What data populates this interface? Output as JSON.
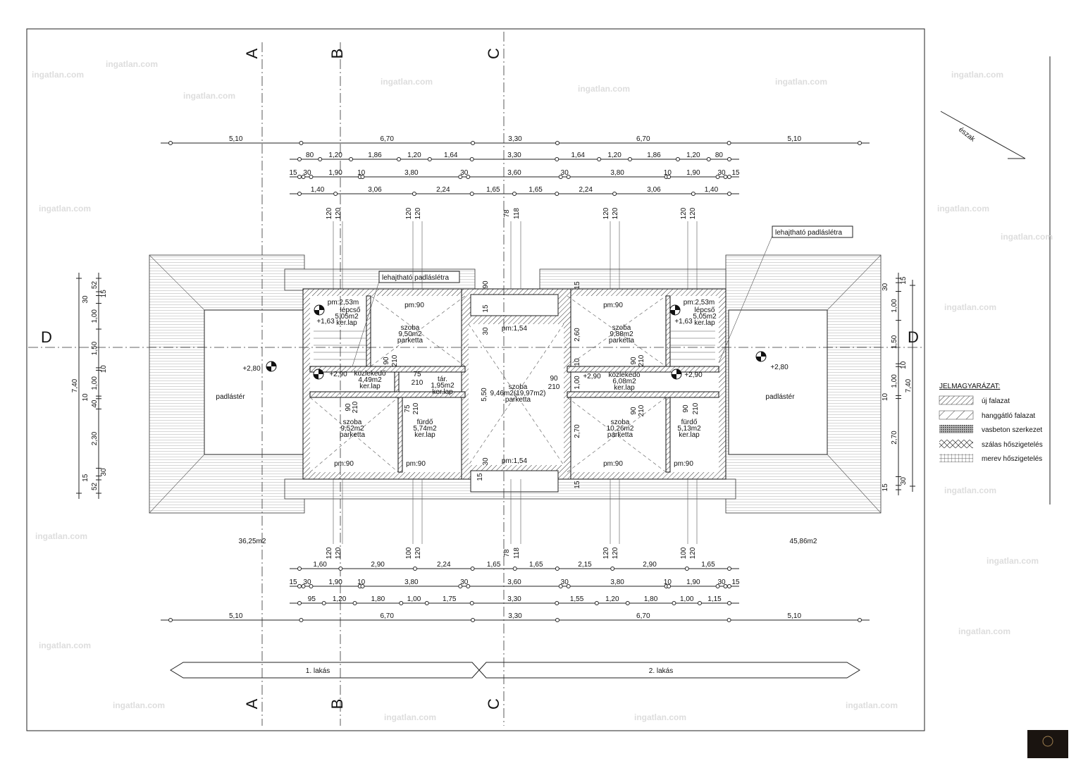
{
  "axes": {
    "a": "A",
    "b": "B",
    "c": "C",
    "d": "D"
  },
  "north": "észak",
  "dims_top": [
    [
      "5,10",
      "6,70",
      "3,30",
      "6,70",
      "5,10"
    ],
    [
      "80",
      "1,20",
      "1,86",
      "1,20",
      "1,64",
      "3,30",
      "1,64",
      "1,20",
      "1,86",
      "1,20",
      "80"
    ],
    [
      "15",
      "30",
      "1,90",
      "10",
      "3,80",
      "30",
      "3,60",
      "30",
      "3,80",
      "10",
      "1,90",
      "30",
      "15"
    ],
    [
      "1,40",
      "3,06",
      "2,24",
      "1,65",
      "1,65",
      "2,24",
      "3,06",
      "1,40"
    ]
  ],
  "dims_bottom": [
    [
      "1,60",
      "2,90",
      "2,24",
      "1,65",
      "1,65",
      "2,15",
      "2,90",
      "1,65"
    ],
    [
      "15",
      "30",
      "1,90",
      "10",
      "3,80",
      "30",
      "3,60",
      "30",
      "3,80",
      "10",
      "1,90",
      "30",
      "15"
    ],
    [
      "95",
      "1,20",
      "1,80",
      "1,00",
      "1,75",
      "3,30",
      "1,55",
      "1,20",
      "1,80",
      "1,00",
      "1,15"
    ],
    [
      "5,10",
      "6,70",
      "3,30",
      "6,70",
      "5,10"
    ]
  ],
  "dims_left": [
    "52",
    "15",
    "30",
    "1,00",
    "1,50",
    "10",
    "1,00",
    "10",
    "40",
    "2,30",
    "30",
    "15",
    "52"
  ],
  "dims_left_total": "7,40",
  "dims_right": [
    "15",
    "30",
    "1,00",
    "1,50",
    "10",
    "1,00",
    "10",
    "2,70",
    "30",
    "15"
  ],
  "dims_right_total": "7,40",
  "opening_dims": [
    "120",
    "120",
    "120",
    "120",
    "78",
    "118",
    "120",
    "120",
    "120",
    "120"
  ],
  "opening_dims_bottom": [
    "120",
    "120",
    "100",
    "120",
    "78",
    "118",
    "120",
    "120",
    "100",
    "120"
  ],
  "labels": [
    "pm:2,53m",
    "lépcső",
    "5,05m2",
    "ker.lap",
    "+1,63",
    "pm:90",
    "szoba",
    "9,50m2",
    "parketta",
    "+2,90",
    "közlekedő",
    "4,49m2",
    "ker.lap",
    "tár.",
    "1,95m2",
    "ker.lap",
    "szoba",
    "9,52m2",
    "parketta",
    "pm:90",
    "fürdő",
    "5,74m2",
    "ker.lap",
    "pm:90",
    "pm:1,54",
    "szoba",
    "9,46m2(19,97m2)",
    "parketta",
    "pm:1,54",
    "5,50",
    "pm:90",
    "szoba",
    "9,88m2",
    "parketta",
    "pm:2,53m",
    "lépcső",
    "5,05m2",
    "ker.lap",
    "+1,63",
    "+2,90",
    "közlekedő",
    "6,08m2",
    "ker.lap",
    "+2,90",
    "szoba",
    "10,26m2",
    "parketta",
    "pm:90",
    "fürdő",
    "5,13m2",
    "ker.lap",
    "pm:90",
    "padlástér",
    "+2,80",
    "padlástér",
    "+2,80",
    "90",
    "210",
    "75",
    "210",
    "90",
    "210",
    "75",
    "210",
    "90",
    "210",
    "90",
    "210",
    "90",
    "210",
    "90",
    "210",
    "30",
    "30",
    "2,60",
    "2,70",
    "10",
    "1,00",
    "15",
    "15",
    "15",
    "15",
    "90"
  ],
  "ladder_note": "lehajtható padláslétra",
  "areas": {
    "left": "36,25m2",
    "right": "45,86m2"
  },
  "units": {
    "first": "1. lakás",
    "second": "2. lakás"
  },
  "legend": {
    "title": "JELMAGYARÁZAT:",
    "items": [
      "új falazat",
      "hanggátló falazat",
      "vasbeton szerkezet",
      "szálas hőszigetelés",
      "merev hőszigetelés"
    ]
  },
  "watermark": "ingatlan.com"
}
